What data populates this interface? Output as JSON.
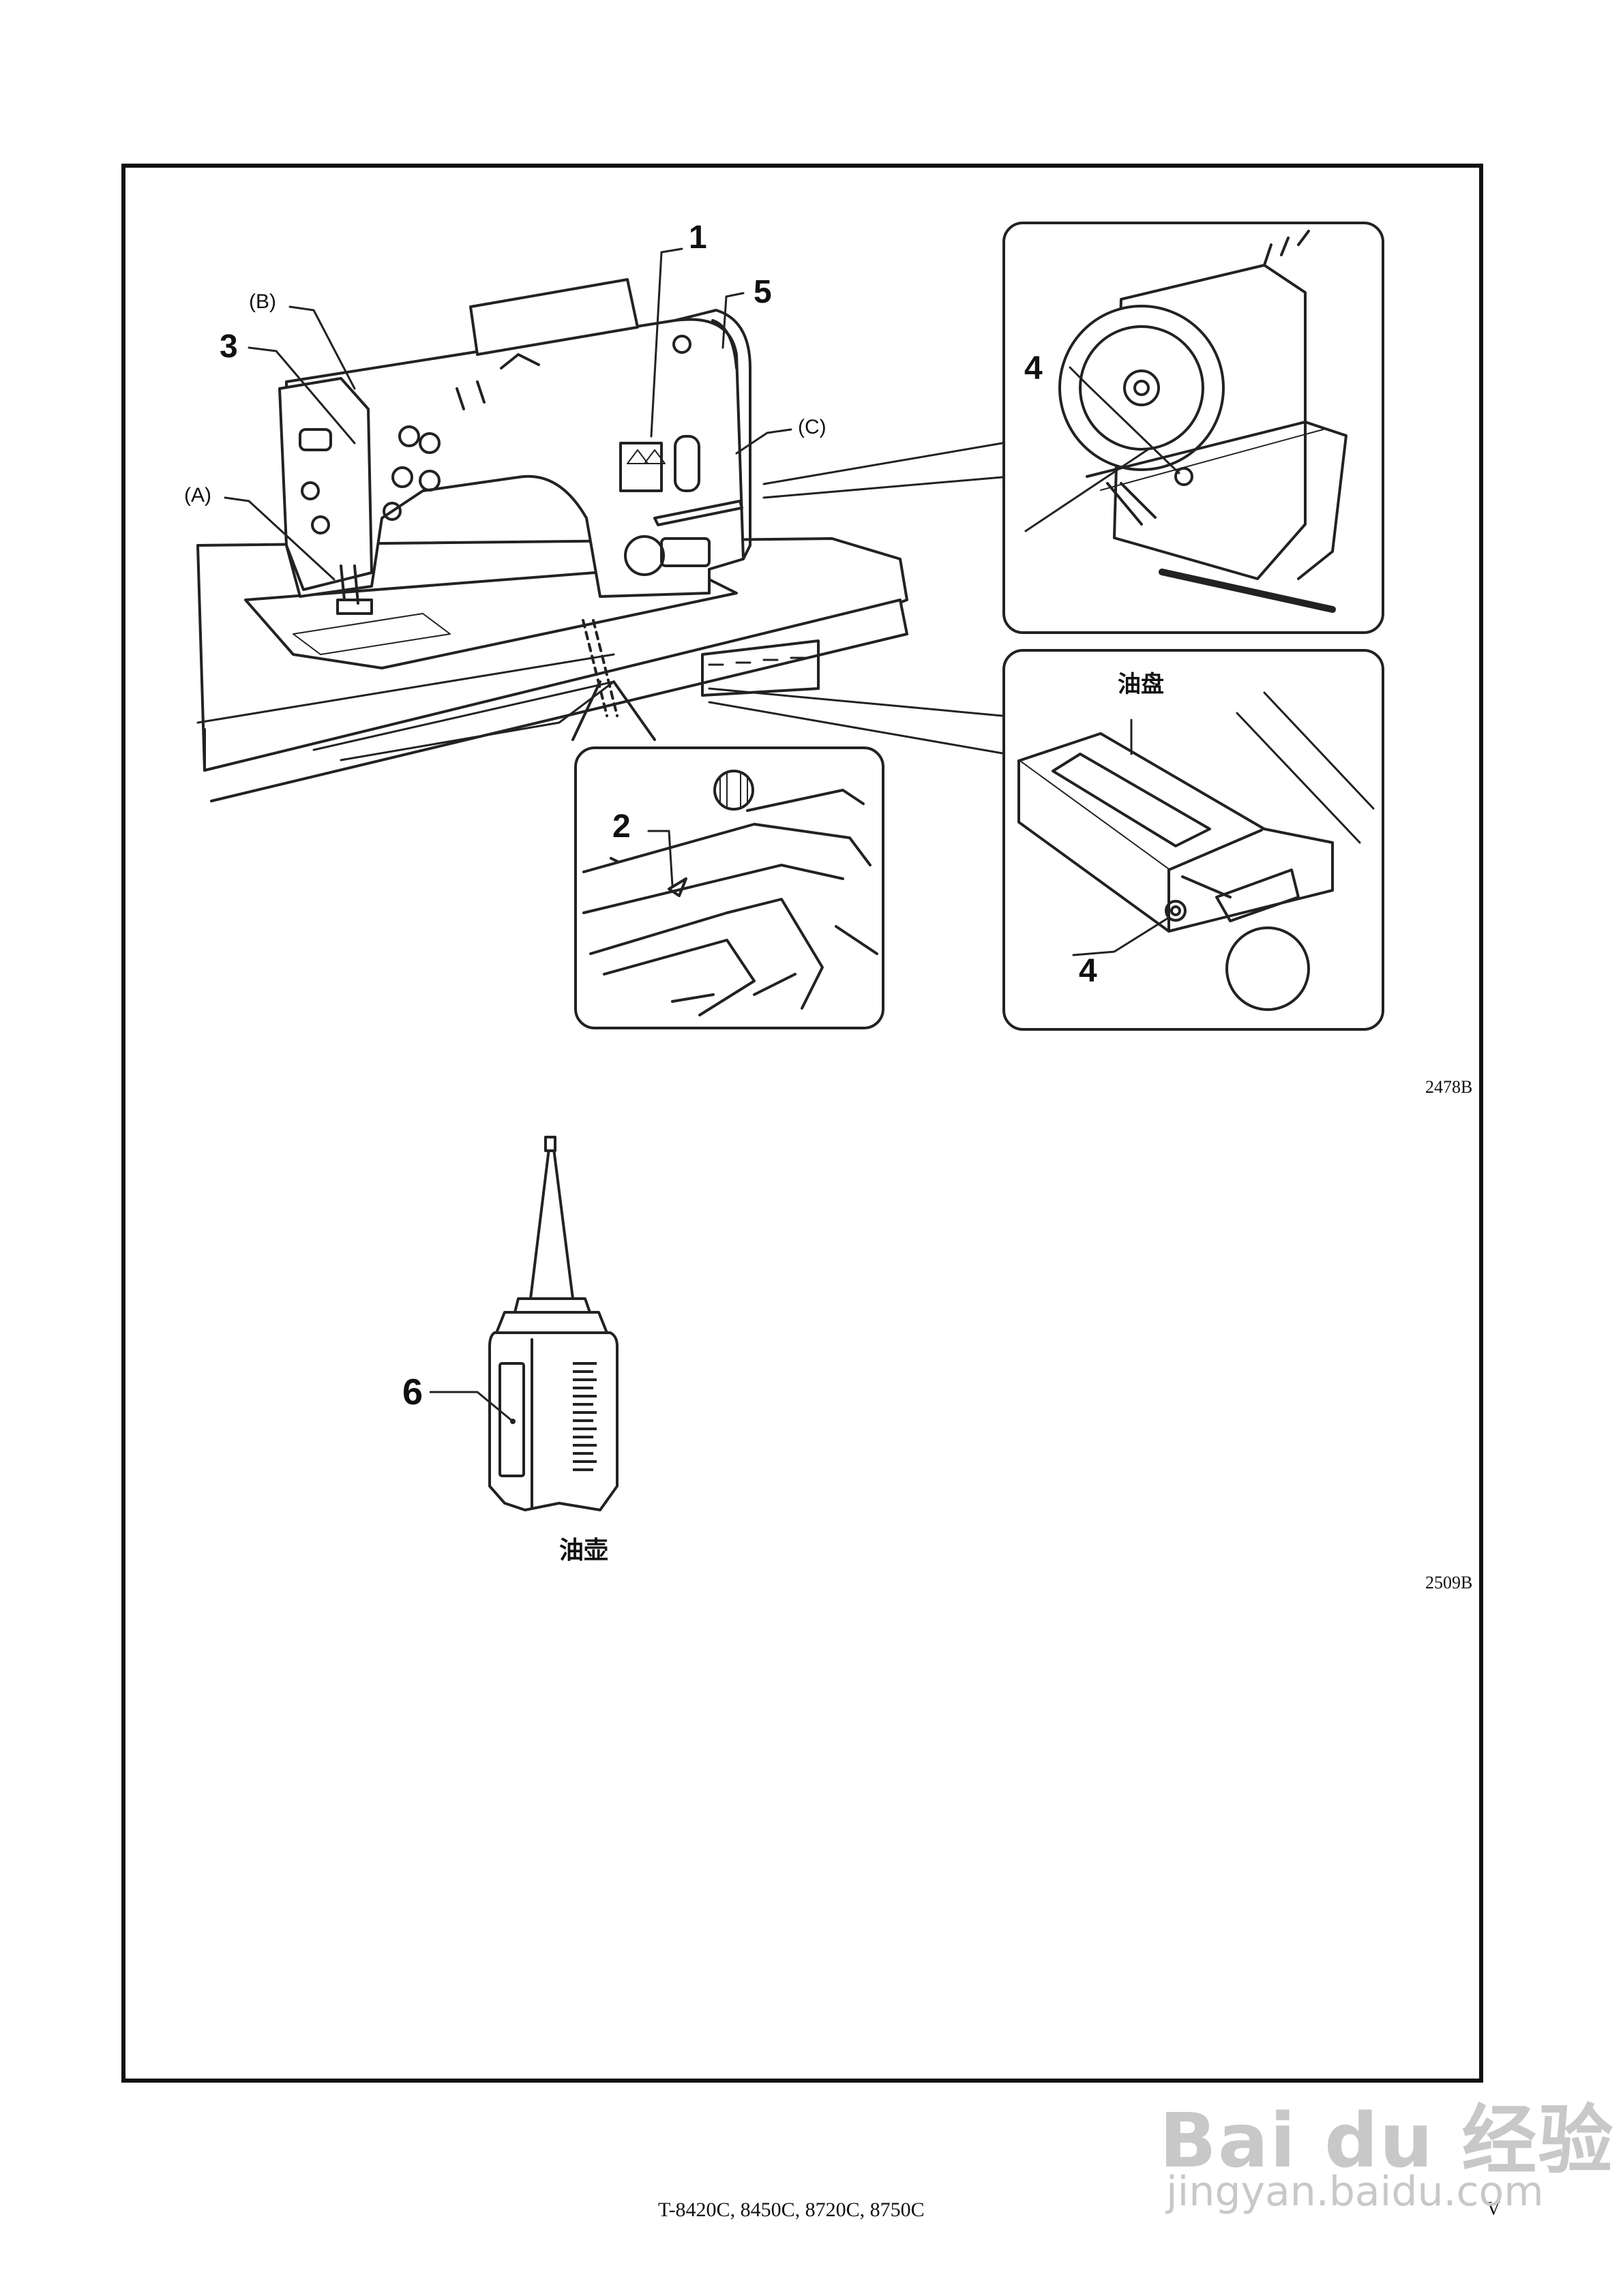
{
  "figure1": {
    "code": "2478B",
    "labels": {
      "n1": "1",
      "n2": "2",
      "n3": "3",
      "n4a": "4",
      "n4b": "4",
      "n5": "5",
      "A": "(A)",
      "B": "(B)",
      "C": "(C)"
    },
    "oil_pan_label": "油盘"
  },
  "figure2": {
    "code": "2509B",
    "label6": "6",
    "oiler_label": "油壶"
  },
  "footer": {
    "models": "T-8420C, 8450C, 8720C, 8750C",
    "page": "V"
  },
  "watermark": {
    "logo": "Bai du 经验",
    "url": "jingyan.baidu.com"
  }
}
